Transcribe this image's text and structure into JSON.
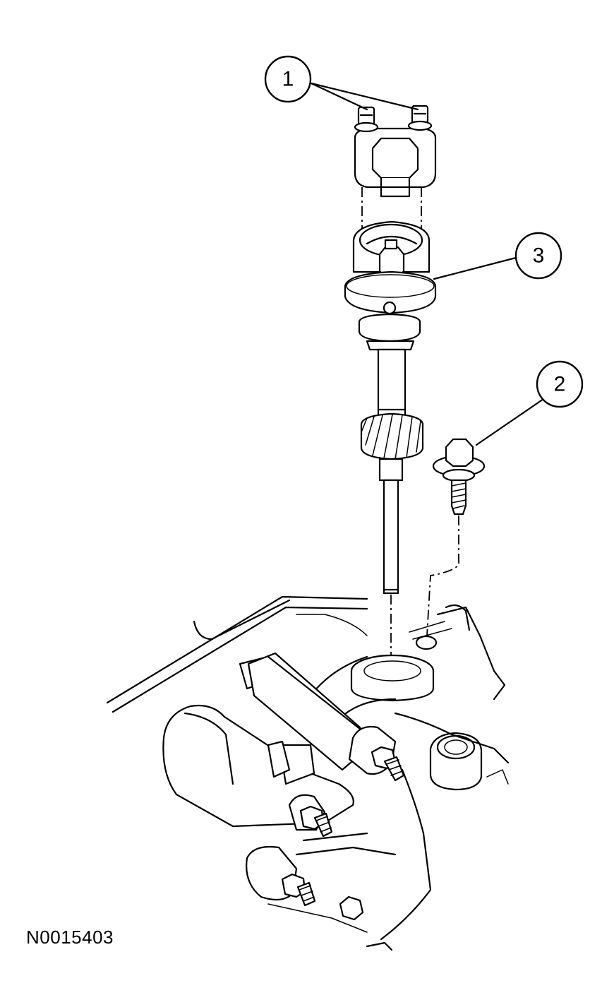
{
  "callouts": [
    {
      "id": "callout-1",
      "label": "1"
    },
    {
      "id": "callout-2",
      "label": "2"
    },
    {
      "id": "callout-3",
      "label": "3"
    }
  ],
  "figure_id": "N0015403"
}
